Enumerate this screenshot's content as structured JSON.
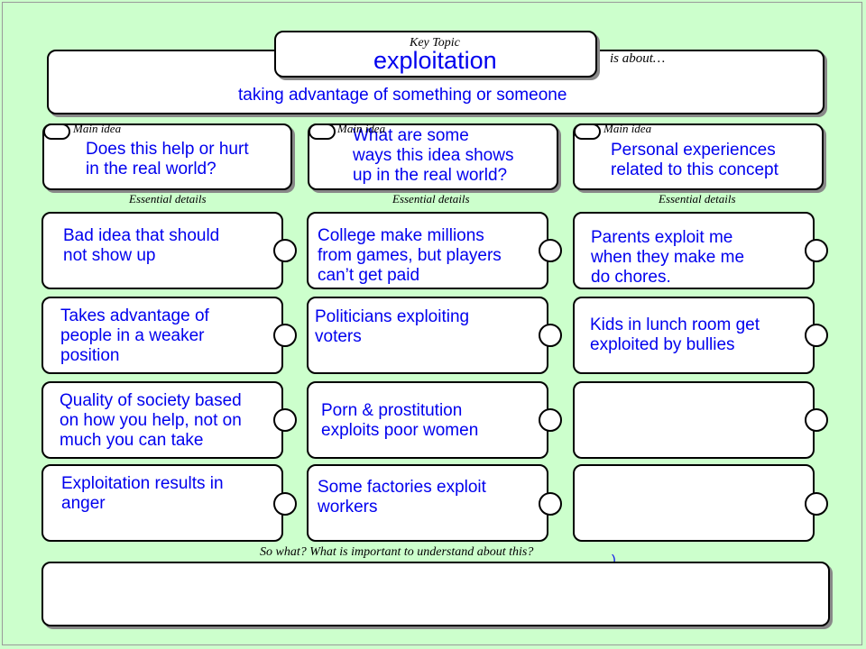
{
  "key_topic": {
    "label": "Key Topic",
    "topic": "exploitation",
    "is_about_label": "is about…",
    "definition": "taking advantage of something or someone"
  },
  "columns": [
    {
      "main_idea_label": "Main idea",
      "main_idea": "Does this help or hurt\nin the real world?",
      "details_label": "Essential details",
      "details": [
        "Bad idea that should\nnot show up",
        "Takes advantage of\npeople in a weaker\nposition",
        "Quality of society based\non how you help, not on\nmuch you can take",
        "Exploitation results in\nanger"
      ]
    },
    {
      "main_idea_label": "Main idea",
      "main_idea": "What are some\nways this idea shows\nup in the real world?",
      "details_label": "Essential details",
      "details": [
        "College make millions\nfrom games, but players\ncan’t get paid",
        "Politicians exploiting\nvoters",
        "Porn & prostitution\nexploits poor women",
        "Some factories exploit\nworkers"
      ]
    },
    {
      "main_idea_label": "Main idea",
      "main_idea": "Personal experiences\nrelated to this concept",
      "details_label": "Essential details",
      "details": [
        "Parents exploit me\nwhen they make me\ndo chores.",
        "Kids in lunch room get\nexploited by bullies",
        "",
        ""
      ]
    }
  ],
  "so_what": {
    "label": "So what?  What is important to understand about this?",
    "answer": ""
  }
}
